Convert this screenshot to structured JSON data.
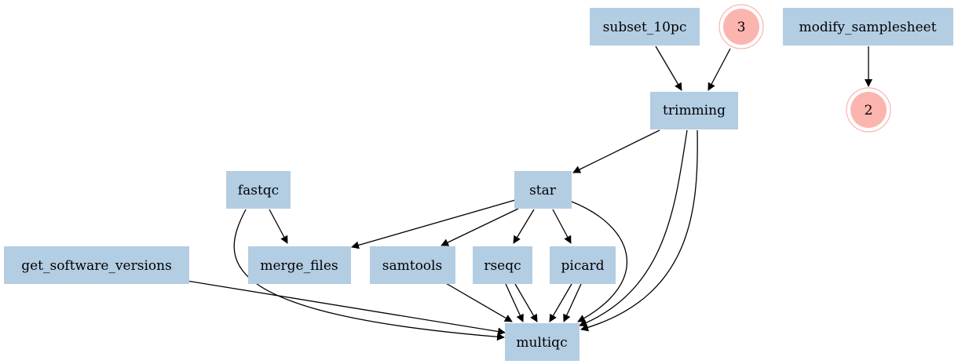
{
  "diagram": {
    "nodes": [
      {
        "id": "subset_10pc",
        "label": "subset_10pc",
        "shape": "box"
      },
      {
        "id": "n3",
        "label": "3",
        "shape": "doublecircle"
      },
      {
        "id": "modify_samplesheet",
        "label": "modify_samplesheet",
        "shape": "box"
      },
      {
        "id": "n2",
        "label": "2",
        "shape": "doublecircle"
      },
      {
        "id": "trimming",
        "label": "trimming",
        "shape": "box"
      },
      {
        "id": "fastqc",
        "label": "fastqc",
        "shape": "box"
      },
      {
        "id": "star",
        "label": "star",
        "shape": "box"
      },
      {
        "id": "get_software_versions",
        "label": "get_software_versions",
        "shape": "box"
      },
      {
        "id": "merge_files",
        "label": "merge_files",
        "shape": "box"
      },
      {
        "id": "samtools",
        "label": "samtools",
        "shape": "box"
      },
      {
        "id": "rseqc",
        "label": "rseqc",
        "shape": "box"
      },
      {
        "id": "picard",
        "label": "picard",
        "shape": "box"
      },
      {
        "id": "multiqc",
        "label": "multiqc",
        "shape": "box"
      }
    ],
    "edges": [
      {
        "from": "subset_10pc",
        "to": "trimming"
      },
      {
        "from": "n3",
        "to": "trimming"
      },
      {
        "from": "modify_samplesheet",
        "to": "n2"
      },
      {
        "from": "trimming",
        "to": "star"
      },
      {
        "from": "trimming",
        "to": "multiqc"
      },
      {
        "from": "trimming",
        "to": "multiqc"
      },
      {
        "from": "fastqc",
        "to": "merge_files"
      },
      {
        "from": "fastqc",
        "to": "multiqc"
      },
      {
        "from": "star",
        "to": "merge_files"
      },
      {
        "from": "star",
        "to": "samtools"
      },
      {
        "from": "star",
        "to": "rseqc"
      },
      {
        "from": "star",
        "to": "picard"
      },
      {
        "from": "star",
        "to": "multiqc"
      },
      {
        "from": "get_software_versions",
        "to": "multiqc"
      },
      {
        "from": "samtools",
        "to": "multiqc"
      },
      {
        "from": "rseqc",
        "to": "multiqc"
      },
      {
        "from": "rseqc",
        "to": "multiqc"
      },
      {
        "from": "picard",
        "to": "multiqc"
      },
      {
        "from": "picard",
        "to": "multiqc"
      }
    ],
    "colors": {
      "box_fill": "#b3cde3",
      "circle_fill": "#fbb4ae",
      "edge": "#000000"
    }
  }
}
